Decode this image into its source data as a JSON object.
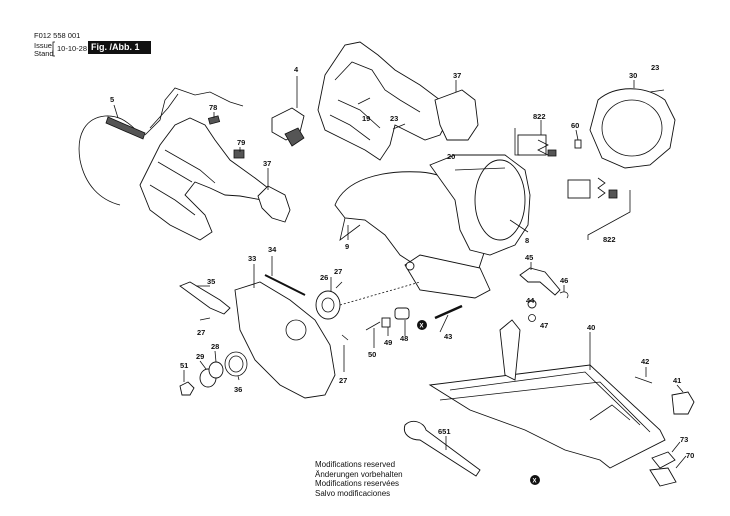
{
  "header": {
    "doc_number": "F012 558 001",
    "issue_label": "Issue",
    "stand_label": "Stand",
    "issue_date": "10-10-28",
    "figure_label": "Fig. /Abb. 1"
  },
  "notes": [
    "Modifications reserved",
    "Änderungen vorbehalten",
    "Modifications reservées",
    "Salvo modificaciones"
  ],
  "callouts": {
    "c5": "5",
    "c78": "78",
    "c79": "79",
    "c37a": "37",
    "c4": "4",
    "c37b": "37",
    "c19": "19",
    "c23a": "23",
    "c20": "20",
    "c9": "9",
    "c822a": "822",
    "c30": "30",
    "c23b": "23",
    "c60": "60",
    "c8": "8",
    "c822b": "822",
    "c34": "34",
    "c33": "33",
    "c35": "35",
    "c27a": "27",
    "c26": "26",
    "c27b": "27",
    "c27c": "27",
    "c45": "45",
    "c46": "46",
    "c44": "44",
    "c47": "47",
    "c40": "40",
    "c43": "43",
    "c50": "50",
    "c49": "49",
    "c48": "48",
    "c51": "51",
    "c29": "29",
    "c28": "28",
    "c36": "36",
    "c42": "42",
    "c41": "41",
    "c651": "651",
    "c73": "73",
    "c70": "70"
  },
  "markers": {
    "x_symbol": "X"
  }
}
